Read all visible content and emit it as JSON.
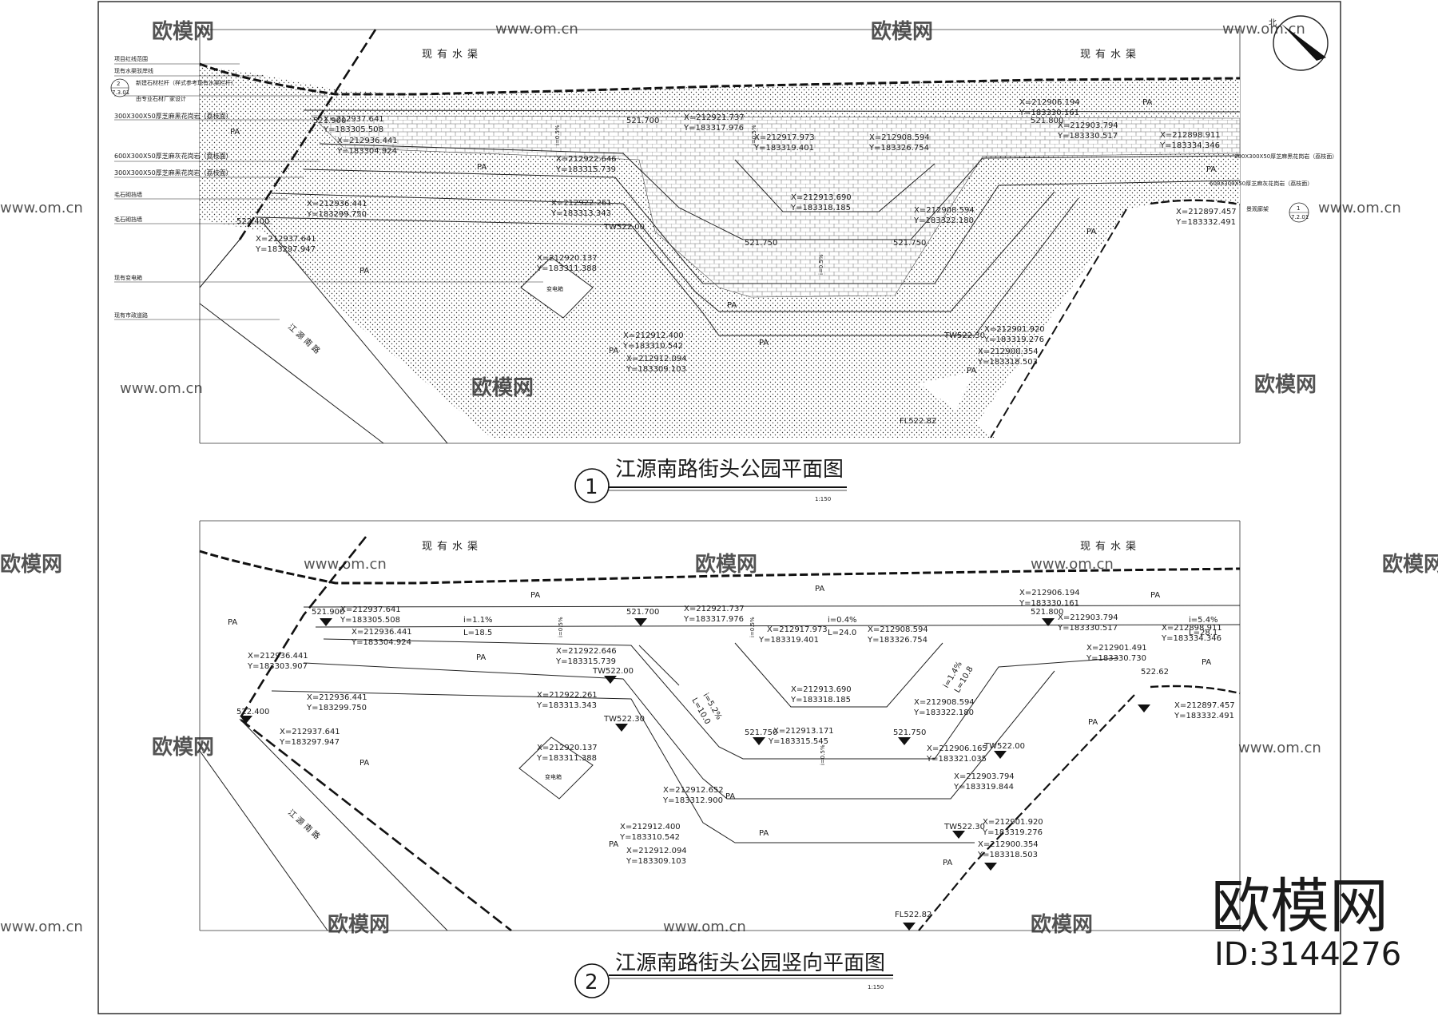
{
  "north_label": "北",
  "plan1": {
    "title": "江源南路街头公园平面图",
    "number": "1",
    "scale": "1:150",
    "water_label_left": "现有水渠",
    "water_label_right": "现有水渠",
    "road_label": "江 源 南 路",
    "substation": "变电箱",
    "legend": [
      "项目红线范围",
      "现有水渠驳岸线",
      "新建石材栏杆（样式参考现有水渠栏杆）",
      "由专业石材厂家设计",
      "300X300X50厚芝麻黑花岗岩（荔枝面）",
      "600X300X50厚芝麻灰花岗岩（荔枝面）",
      "300X300X50厚芝麻黑花岗岩（荔枝面）",
      "毛石砌挡墙",
      "毛石砌挡墙",
      "现有变电箱",
      "现有市政道路"
    ],
    "detail_ref_left": {
      "top": "2",
      "bottom": "7.3.01"
    },
    "detail_ref_right": {
      "top": "1",
      "bottom": "7.2.01"
    },
    "right_notes": [
      "300X300X50厚芝麻黑花岗岩（荔枝面）",
      "600X300X50厚芝麻灰花岗岩（荔枝面）",
      "景观廊架"
    ],
    "coords": [
      "X=212937.641",
      "Y=183305.508",
      "X=212936.441",
      "Y=183304.924",
      "X=212921.737",
      "Y=183317.976",
      "X=212917.973",
      "Y=183319.401",
      "X=212908.594",
      "Y=183326.754",
      "X=212906.194",
      "Y=183330.161",
      "X=212903.794",
      "Y=183330.517",
      "X=212898.911",
      "Y=183334.346",
      "X=212922.646",
      "Y=183315.739",
      "X=212922.261",
      "Y=183313.343",
      "X=212913.690",
      "Y=183318.185",
      "X=212908.594",
      "Y=183322.180",
      "X=212897.457",
      "Y=183332.491",
      "X=212920.137",
      "Y=183311.388",
      "X=212912.400",
      "Y=183310.542",
      "X=212912.094",
      "Y=183309.103",
      "X=212901.920",
      "Y=183319.276",
      "X=212900.354",
      "Y=183318.503",
      "X=212937.641",
      "Y=183297.947",
      "X=212936.441",
      "Y=183299.750"
    ],
    "elevations": [
      "521.900",
      "521.700",
      "521.750",
      "521.750",
      "522.400",
      "521.800",
      "TW522.00",
      "TW522.30",
      "FL522.82"
    ],
    "slopes": [
      "i=0.5%",
      "i=0.5%",
      "i=0.5%"
    ],
    "pa": "PA"
  },
  "plan2": {
    "title": "江源南路街头公园竖向平面图",
    "number": "2",
    "scale": "1:150",
    "water_label_left": "现有水渠",
    "water_label_right": "现有水渠",
    "road_label": "江 源 南 路",
    "substation": "变电箱",
    "pa": "PA",
    "slopes": [
      {
        "i": "i=1.1%",
        "l": "L=18.5"
      },
      {
        "i": "i=0.4%",
        "l": "L=24.0"
      },
      {
        "i": "i=5.4%",
        "l": "L=28.1"
      },
      {
        "i": "i=1.4%",
        "l": "L=10.8"
      },
      {
        "i": "i=5.2%",
        "l": "L=10.0"
      }
    ],
    "vertical_slope_1": "i=0.5%",
    "vertical_slope_2": "i=0.5%",
    "vertical_slope_3": "i=0.5%",
    "elev": {
      "e1": "521.900",
      "e2": "521.700",
      "e3": "521.800",
      "e4": "522.400",
      "e5": "521.750",
      "e6": "521.750",
      "tw1": "TW522.00",
      "tw2": "TW522.30",
      "tw3": "TW522.00",
      "tw4": "TW522.30",
      "fl": "FL522.82",
      "tw5": "522.62"
    },
    "coords": {
      "c1x": "X=212937.641",
      "c1y": "Y=183305.508",
      "c2x": "X=212936.441",
      "c2y": "Y=183304.924",
      "c3x": "X=212921.737",
      "c3y": "Y=183317.976",
      "c4x": "X=212917.973",
      "c4y": "Y=183319.401",
      "c5x": "X=212908.594",
      "c5y": "Y=183326.754",
      "c6x": "X=212906.194",
      "c6y": "Y=183330.161",
      "c7x": "X=212903.794",
      "c7y": "Y=183330.517",
      "c8x": "X=212898.911",
      "c8y": "Y=183334.346",
      "c9x": "X=212936.441",
      "c9y": "Y=183303.907",
      "c10x": "X=212936.441",
      "c10y": "Y=183299.750",
      "c11x": "X=212937.641",
      "c11y": "Y=183297.947",
      "c12x": "X=212922.646",
      "c12y": "Y=183315.739",
      "c13x": "X=212922.261",
      "c13y": "Y=183313.343",
      "c14x": "X=212920.137",
      "c14y": "Y=183311.388",
      "c15x": "X=212913.690",
      "c15y": "Y=183318.185",
      "c16x": "X=212908.594",
      "c16y": "Y=183322.180",
      "c17x": "X=212913.171",
      "c17y": "Y=183315.545",
      "c18x": "X=212906.165",
      "c18y": "Y=183321.035",
      "c19x": "X=212903.794",
      "c19y": "Y=183319.844",
      "c20x": "X=212901.491",
      "c20y": "Y=183330.730",
      "c21x": "X=212897.457",
      "c21y": "Y=183332.491",
      "c22x": "X=212912.652",
      "c22y": "Y=183312.900",
      "c23x": "X=212912.400",
      "c23y": "Y=183310.542",
      "c24x": "X=212912.094",
      "c24y": "Y=183309.103",
      "c25x": "X=212901.920",
      "c25y": "Y=183319.276",
      "c26x": "X=212900.354",
      "c26y": "Y=183318.503"
    }
  },
  "watermark": {
    "brand": "欧模网",
    "url": "www.om.cn",
    "id": "ID:3144276"
  },
  "colors": {
    "line": "#1a1a1a",
    "dot": "#333333",
    "watermark": "#cccccc"
  }
}
